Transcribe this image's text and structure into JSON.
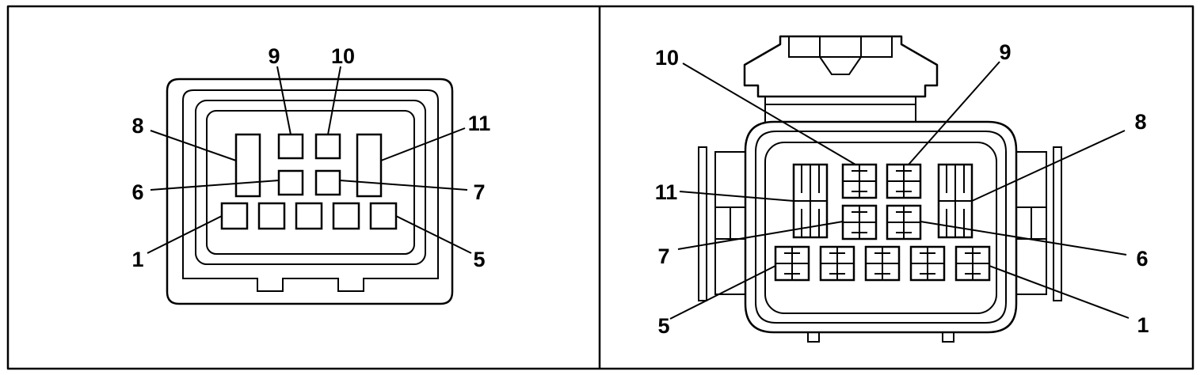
{
  "left_view": {
    "labels": {
      "p1": "1",
      "p5": "5",
      "p6": "6",
      "p7": "7",
      "p8": "8",
      "p9": "9",
      "p10": "10",
      "p11": "11"
    }
  },
  "right_view": {
    "labels": {
      "p1": "1",
      "p5": "5",
      "p6": "6",
      "p7": "7",
      "p8": "8",
      "p9": "9",
      "p10": "10",
      "p11": "11"
    }
  }
}
